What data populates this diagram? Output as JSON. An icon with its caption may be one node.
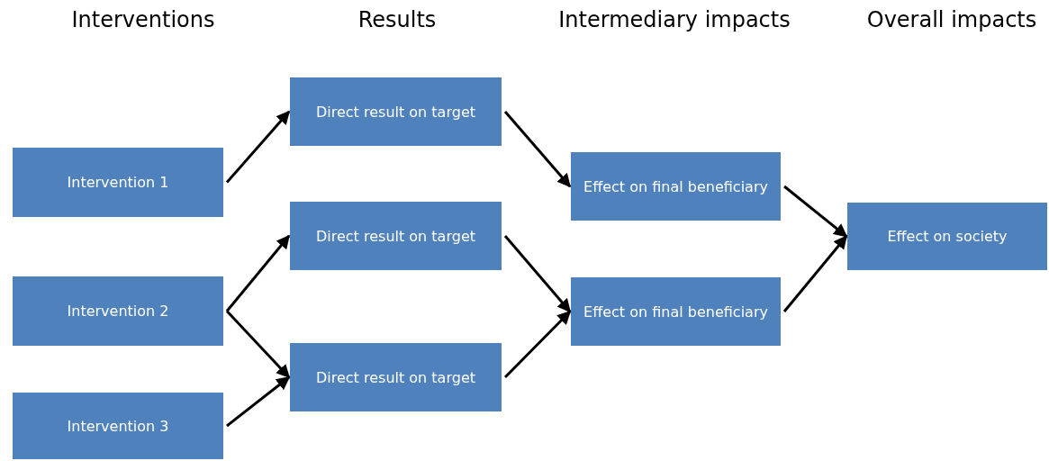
{
  "diagram": {
    "nodes": [
      {
        "text": [
          "Intervention 1"
        ]
      },
      {
        "text": [
          "Intervention 2"
        ]
      },
      {
        "text": [
          "Intervention 3"
        ]
      },
      {
        "text": [
          "Direct result on target"
        ]
      },
      {
        "text": [
          "Direct result on target"
        ]
      },
      {
        "text": [
          "Direct result on target"
        ]
      },
      {
        "text": [
          "Effect on final beneficiary"
        ]
      },
      {
        "text": [
          "Effect on final beneficiary"
        ]
      },
      {
        "text": [
          "Effect on society"
        ]
      }
    ],
    "edges": [
      {
        "from": 0,
        "to": 3,
        "arrow": "to"
      },
      {
        "from": 1,
        "to": 4,
        "arrow": "to"
      },
      {
        "from": 1,
        "to": 5,
        "arrow": "to"
      },
      {
        "from": 2,
        "to": 5,
        "arrow": "to"
      },
      {
        "from": 3,
        "to": 6,
        "arrow": "to"
      },
      {
        "from": 4,
        "to": 7,
        "arrow": "to"
      },
      {
        "from": 5,
        "to": 7,
        "arrow": "to"
      },
      {
        "from": 6,
        "to": 8,
        "arrow": "to"
      },
      {
        "from": 7,
        "to": 8,
        "arrow": "to"
      }
    ],
    "labels": [
      "Interventions",
      "Results",
      "Intermediary impacts",
      "Overall impacts"
    ]
  }
}
